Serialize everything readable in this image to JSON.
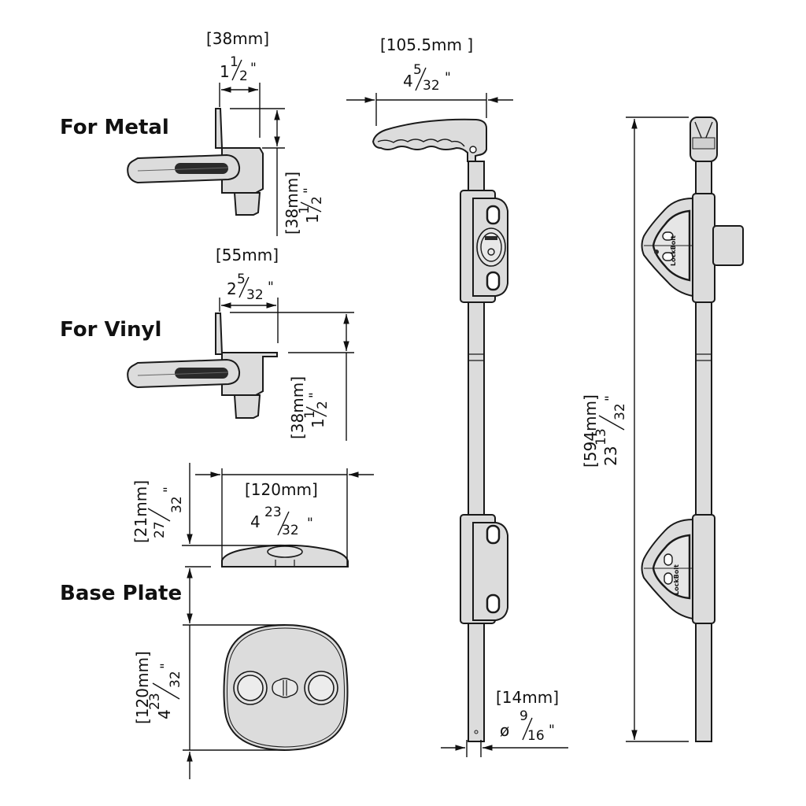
{
  "sections": {
    "metal": {
      "label": "For Metal"
    },
    "vinyl": {
      "label": "For Vinyl"
    },
    "base_plate": {
      "label": "Base Plate"
    }
  },
  "dimensions": {
    "metal_width": {
      "mm": "[38mm]",
      "whole": "1",
      "num": "1",
      "den": "2",
      "unit": "\""
    },
    "metal_height": {
      "mm": "[38mm]",
      "whole": "1",
      "num": "1",
      "den": "2",
      "unit": "\""
    },
    "vinyl_width": {
      "mm": "[55mm]",
      "whole": "2",
      "num": "5",
      "den": "32",
      "unit": "\""
    },
    "vinyl_height": {
      "mm": "[38mm]",
      "whole": "1",
      "num": "1",
      "den": "2",
      "unit": "\""
    },
    "base_height": {
      "mm": "[21mm]",
      "whole": "",
      "num": "27",
      "den": "32",
      "unit": "\""
    },
    "base_width": {
      "mm": "[120mm]",
      "whole": "4",
      "num": "23",
      "den": "32",
      "unit": "\""
    },
    "base_depth": {
      "mm": "[120mm]",
      "whole": "4",
      "num": "23",
      "den": "32",
      "unit": "\""
    },
    "handle_width": {
      "mm": "[105.5mm ]",
      "whole": "4",
      "num": "5",
      "den": "32",
      "unit": "\""
    },
    "rod_diameter": {
      "mm": "[14mm]",
      "prefix": "ø",
      "num": "9",
      "den": "16",
      "unit": "\""
    },
    "total_length": {
      "mm": "[594mm]",
      "whole": "23",
      "num": "13",
      "den": "32",
      "unit": "\""
    }
  },
  "brand": {
    "logo_text": "LockBolt"
  }
}
